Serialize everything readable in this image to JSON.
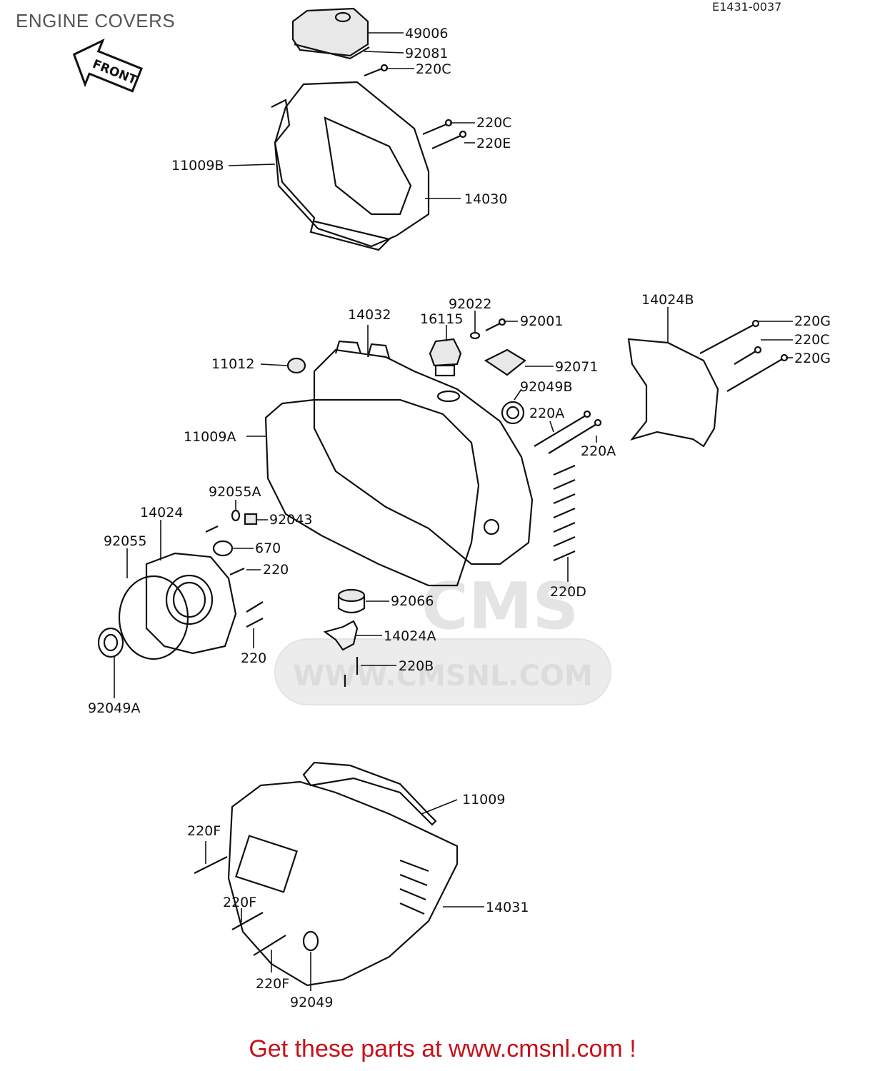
{
  "page": {
    "title": "ENGINE COVERS",
    "ref_code": "E1431-0037",
    "call_to_action": "Get these parts at www.cmsnl.com !",
    "accent_color": "#c8101a"
  },
  "arrow": {
    "label": "FRONT"
  },
  "watermark": {
    "logo": "CMS",
    "url": "WWW.CMSNL.COM"
  },
  "labels": {
    "l49006": "49006",
    "l92081": "92081",
    "l220C_a": "220C",
    "l220C_b": "220C",
    "l220E": "220E",
    "l11009B": "11009B",
    "l14030": "14030",
    "l92022": "92022",
    "l14032": "14032",
    "l16115": "16115",
    "l92001": "92001",
    "l14024B": "14024B",
    "l220G_a": "220G",
    "l220C_c": "220C",
    "l220G_b": "220G",
    "l11012": "11012",
    "l92071": "92071",
    "l92049B": "92049B",
    "l220A_a": "220A",
    "l11009A": "11009A",
    "l220A_b": "220A",
    "l92055A": "92055A",
    "l14024": "14024",
    "l92043": "92043",
    "l92055": "92055",
    "l670": "670",
    "l220_a": "220",
    "l220D": "220D",
    "l92066": "92066",
    "l14024A": "14024A",
    "l220_b": "220",
    "l220B": "220B",
    "l92049A": "92049A",
    "l11009": "11009",
    "l220F_a": "220F",
    "l14031": "14031",
    "l220F_b": "220F",
    "l220F_c": "220F",
    "l92049": "92049"
  }
}
